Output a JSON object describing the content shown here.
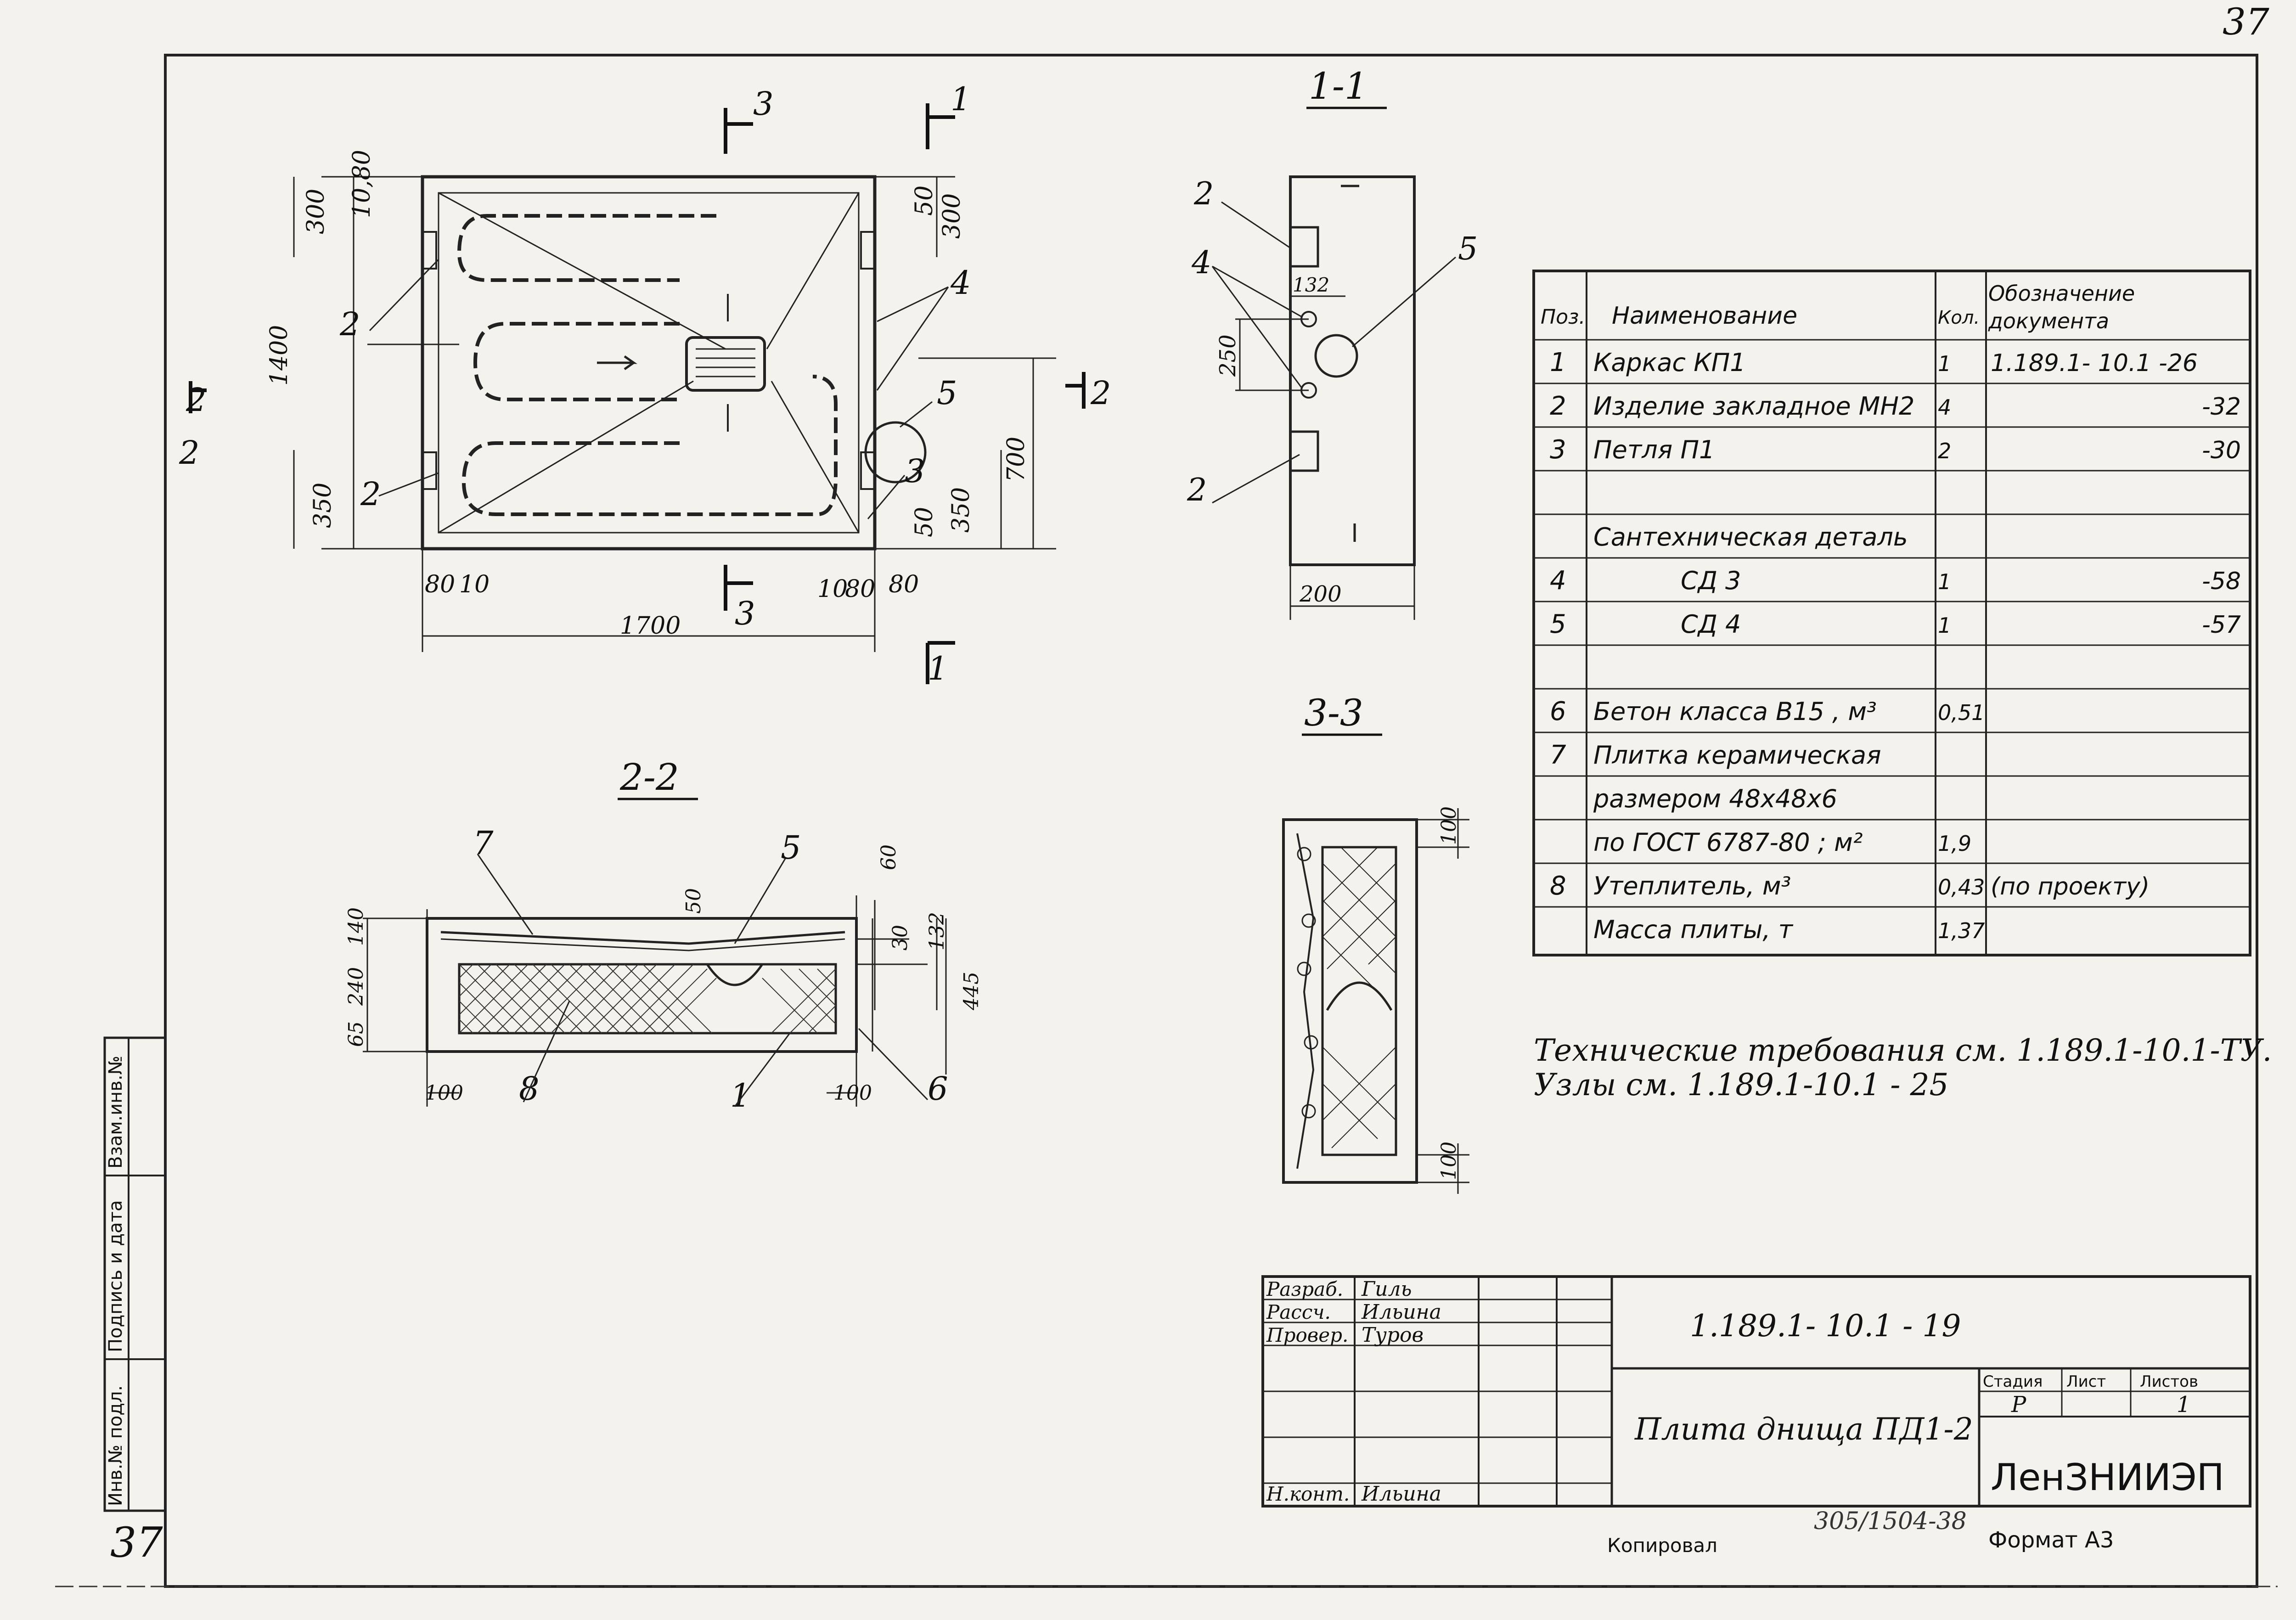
{
  "page_number": "37",
  "page_number_hand": "37",
  "views": {
    "plan": {
      "cut_marks": [
        "3",
        "1",
        "2",
        "2",
        "3",
        "1"
      ],
      "dims": [
        "300",
        "10,80",
        "50",
        "300",
        "1400",
        "350",
        "700",
        "350",
        "50",
        "80",
        "10",
        "10",
        "80",
        "80",
        "1700"
      ],
      "leaders": [
        "2",
        "2",
        "2",
        "4",
        "5",
        "3"
      ]
    },
    "section_1_1": {
      "title": "1-1",
      "dims": [
        "132",
        "250",
        "200"
      ],
      "leaders": [
        "2",
        "4",
        "5",
        "2"
      ]
    },
    "section_2_2": {
      "title": "2-2",
      "dims": [
        "60",
        "50",
        "30",
        "132",
        "140",
        "240",
        "65",
        "445",
        "100",
        "100"
      ],
      "leaders": [
        "7",
        "5",
        "8",
        "1",
        "6"
      ]
    },
    "section_3_3": {
      "title": "3-3",
      "dims": [
        "100",
        "100"
      ]
    }
  },
  "spec_table": {
    "headers": {
      "pos": "Поз.",
      "name": "Наименование",
      "qty": "Кол.",
      "doc_line1": "Обозначение",
      "doc_line2": "документа"
    },
    "rows": [
      {
        "pos": "1",
        "name": "Каркас КП1",
        "qty": "1",
        "doc": "1.189.1- 10.1 -26"
      },
      {
        "pos": "2",
        "name": "Изделие закладное МН2",
        "qty": "4",
        "doc": "-32"
      },
      {
        "pos": "3",
        "name": "Петля П1",
        "qty": "2",
        "doc": "-30"
      },
      {
        "pos": "",
        "name": "",
        "qty": "",
        "doc": ""
      },
      {
        "pos": "",
        "name": "Сантехническая деталь",
        "qty": "",
        "doc": ""
      },
      {
        "pos": "4",
        "name": "СД 3",
        "qty": "1",
        "doc": "-58"
      },
      {
        "pos": "5",
        "name": "СД 4",
        "qty": "1",
        "doc": "-57"
      },
      {
        "pos": "",
        "name": "",
        "qty": "",
        "doc": ""
      },
      {
        "pos": "6",
        "name": "Бетон класса В15 , м³",
        "qty": "0,51",
        "doc": ""
      },
      {
        "pos": "7",
        "name": "Плитка керамическая",
        "qty": "",
        "doc": ""
      },
      {
        "pos": "",
        "name": "размером 48х48х6",
        "qty": "",
        "doc": ""
      },
      {
        "pos": "",
        "name": "по ГОСТ 6787-80 ; м²",
        "qty": "1,9",
        "doc": ""
      },
      {
        "pos": "8",
        "name": "Утеплитель, м³",
        "qty": "0,43",
        "doc": "(по проекту)"
      },
      {
        "pos": "",
        "name": "Масса плиты, т",
        "qty": "1,37",
        "doc": ""
      }
    ]
  },
  "notes": [
    "Технические требования см. 1.189.1-10.1-ТУ.",
    "Узлы см. 1.189.1-10.1 - 25"
  ],
  "title_block": {
    "roles": [
      {
        "role": "Разраб.",
        "name": "Гиль"
      },
      {
        "role": "Рассч.",
        "name": "Ильина"
      },
      {
        "role": "Провер.",
        "name": "Туров"
      },
      {
        "role": "",
        "name": ""
      },
      {
        "role": "",
        "name": ""
      },
      {
        "role": "Н.конт.",
        "name": "Ильина"
      }
    ],
    "doc_code": "1.189.1- 10.1 - 19",
    "title": "Плита днища ПД1-2",
    "stage_label": "Стадия",
    "sheet_label": "Лист",
    "sheets_label": "Листов",
    "stage": "Р",
    "sheets": "1",
    "org": "ЛенЗНИИЭП"
  },
  "side_stamp": [
    "Взам.инв.№",
    "Подпись и дата",
    "Инв.№ подл."
  ],
  "footer": {
    "copied": "Копировал",
    "format": "Формат А3",
    "archive_no": "305/1504-38"
  }
}
